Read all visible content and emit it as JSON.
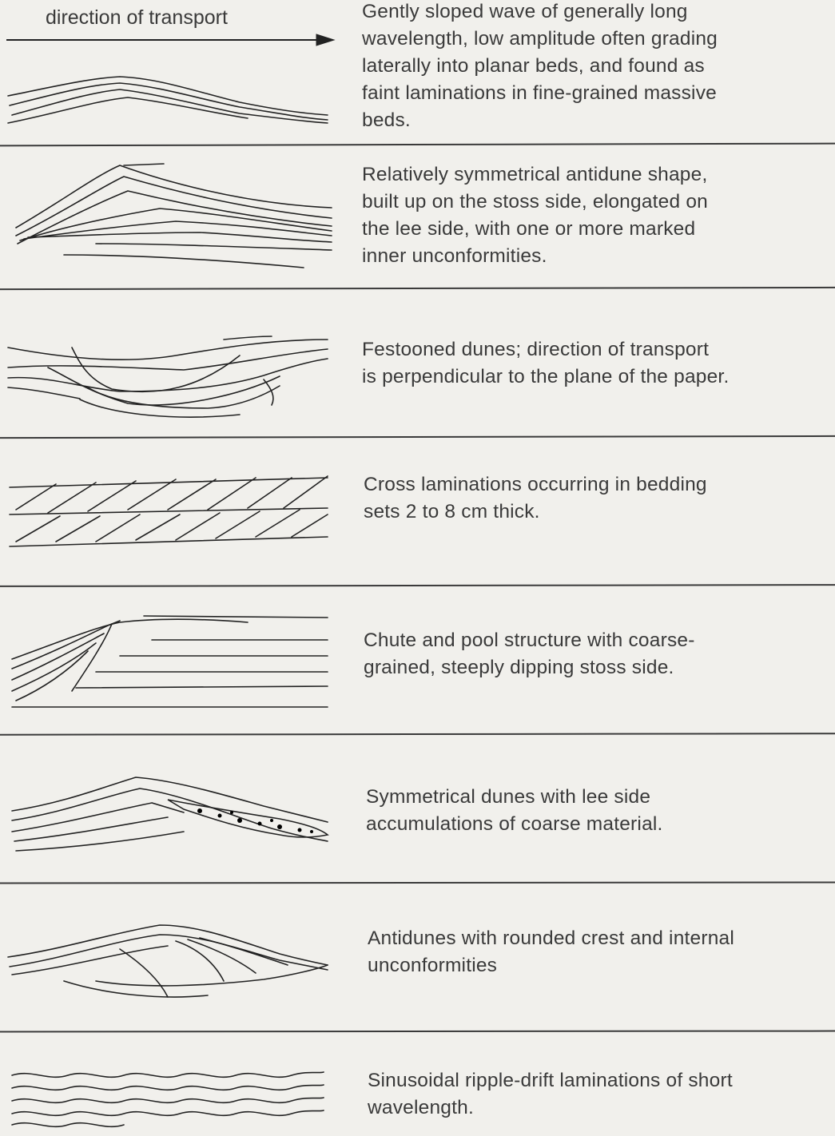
{
  "header": {
    "direction_label": "direction of transport"
  },
  "rows": [
    {
      "sketch": "gently-sloped-wave-laminations",
      "text": "Gently sloped wave of generally long\nwavelength, low amplitude often grading\nlaterally into planar beds, and found as\nfaint laminations in fine-grained massive\nbeds."
    },
    {
      "sketch": "symmetrical-antidune-with-unconformities",
      "text": "Relatively symmetrical antidune shape,\nbuilt up on the stoss side, elongated on\nthe lee side, with one or more marked\ninner unconformities."
    },
    {
      "sketch": "festooned-dunes",
      "text": "Festooned dunes; direction of transport\nis perpendicular to the plane of the paper."
    },
    {
      "sketch": "cross-laminations",
      "text": "Cross laminations occurring in bedding\nsets 2 to 8 cm thick."
    },
    {
      "sketch": "chute-and-pool-structure",
      "text": "Chute and pool structure with coarse-\ngrained, steeply dipping stoss side."
    },
    {
      "sketch": "dunes-with-coarse-lee-accumulation",
      "text": "Symmetrical dunes with lee side\naccumulations of coarse material."
    },
    {
      "sketch": "antidunes-rounded-crest",
      "text": "Antidunes with rounded crest and internal\nunconformities"
    },
    {
      "sketch": "sinusoidal-ripple-drift",
      "text": "Sinusoidal ripple-drift laminations of short\nwavelength."
    }
  ]
}
